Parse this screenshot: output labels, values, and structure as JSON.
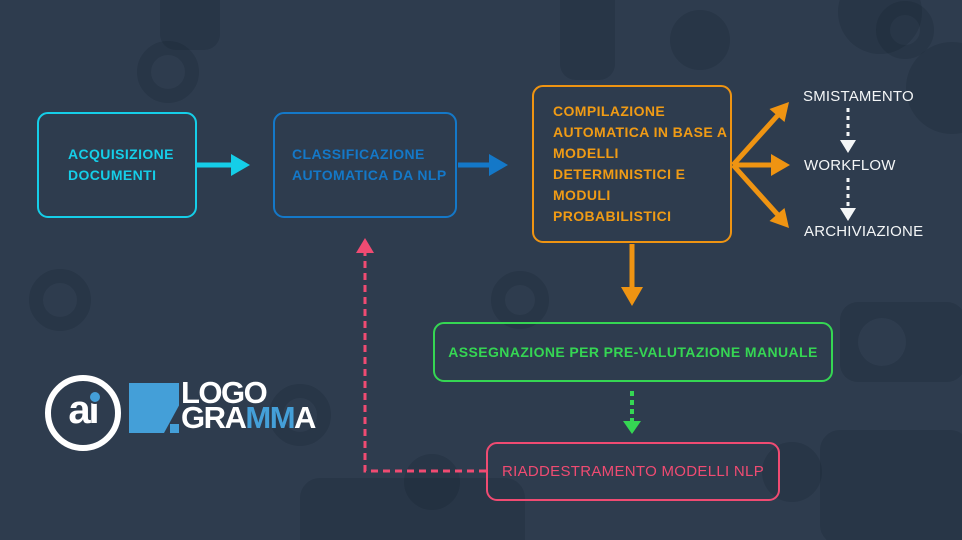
{
  "diagram": {
    "nodes": {
      "acquisizione": {
        "label": "ACQUISIZIONE\nDOCUMENTI",
        "color": "#15cee8"
      },
      "classificazione": {
        "label": "CLASSIFICAZIONE\nAUTOMATICA DA NLP",
        "color": "#1478c8"
      },
      "compilazione": {
        "label": "COMPILAZIONE\nAUTOMATICA IN BASE A\nMODELLI\nDETERMINISTICI E\nMODULI\nPROBABILISTICI",
        "color": "#ef9412"
      },
      "assegnazione": {
        "label": "ASSEGNAZIONE PER PRE-VALUTAZIONE MANUALE",
        "color": "#35d653"
      },
      "riaddestramento": {
        "label": "RIADDESTRAMENTO MODELLI NLP",
        "color": "#f04b72"
      }
    },
    "outputs": [
      {
        "label": "SMISTAMENTO"
      },
      {
        "label": "WORKFLOW"
      },
      {
        "label": "ARCHIVIAZIONE"
      }
    ],
    "connector_colors": {
      "cyan": "#15cee8",
      "blue": "#1478c8",
      "orange": "#ef9412",
      "green": "#35d653",
      "pink": "#f04b72",
      "white": "#f4f6f7"
    },
    "background_color": "#2e3c4e"
  },
  "logo": {
    "mark": "ai",
    "line1": "LOGO",
    "line2_prefix": "GRA",
    "line2_accent": "MM",
    "line2_suffix": "A",
    "accent_color": "#449fd8"
  }
}
